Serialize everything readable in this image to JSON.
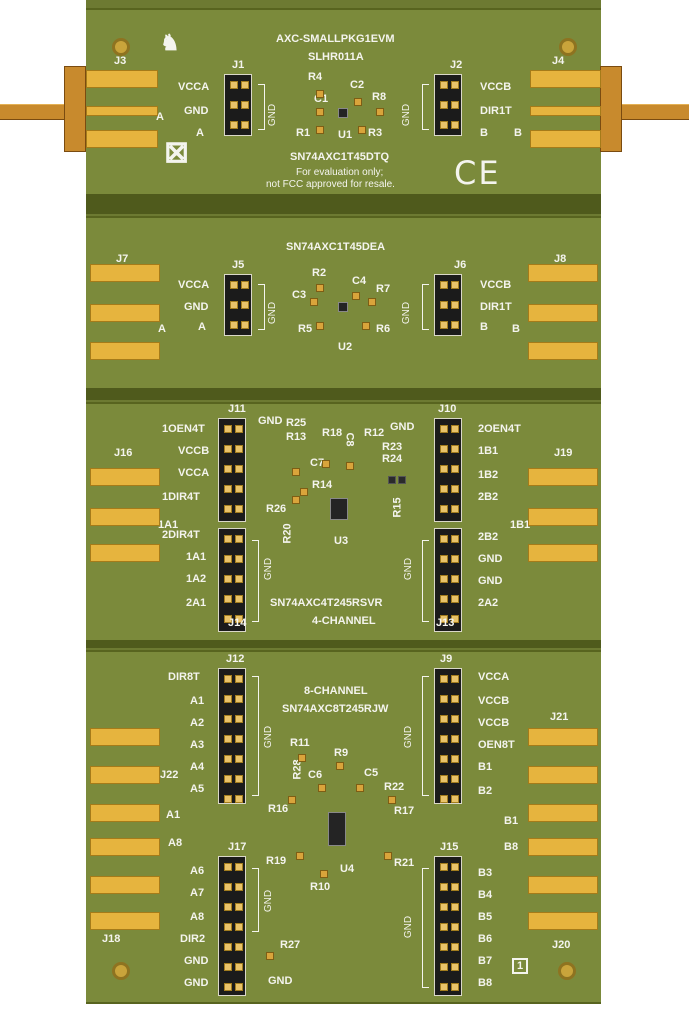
{
  "board": {
    "title": "AXC-SMALLPKG1EVM",
    "doc_number": "SLHR011A",
    "colors": {
      "pcb": "#7b8a3b",
      "silk": "#f4f4ee",
      "gold": "#e6b43e",
      "header": "#1b1b1b"
    }
  },
  "s1": {
    "part": "SN74AXC1T45DTQ",
    "note1": "For evaluation only;",
    "note2": "not FCC approved for resale.",
    "ce": "CE",
    "j3": "J3",
    "j1": "J1",
    "j2": "J2",
    "j4": "J4",
    "vcca": "VCCA",
    "gnd": "GND",
    "a": "A",
    "a2": "A",
    "gnd_v": "GND",
    "vccb": "VCCB",
    "dir1t": "DIR1T",
    "b": "B",
    "b2": "B",
    "gnd_v2": "GND",
    "r4": "R4",
    "c1": "C1",
    "c2": "C2",
    "r8": "R8",
    "r1": "R1",
    "u1": "U1",
    "r3": "R3"
  },
  "s2": {
    "part": "SN74AXC1T45DEA",
    "j7": "J7",
    "j5": "J5",
    "j6": "J6",
    "j8": "J8",
    "vcca": "VCCA",
    "gnd": "GND",
    "a": "A",
    "a2": "A",
    "gnd_v": "GND",
    "vccb": "VCCB",
    "dir1t": "DIR1T",
    "b": "B",
    "b2": "B",
    "gnd_v2": "GND",
    "r2": "R2",
    "c4": "C4",
    "c3": "C3",
    "r7": "R7",
    "r5": "R5",
    "r6": "R6",
    "u2": "U2"
  },
  "s3": {
    "part": "SN74AXC4T245RSVR",
    "sub": "4-CHANNEL",
    "j11": "J11",
    "j10": "J10",
    "j16": "J16",
    "j19": "J19",
    "j14": "J14",
    "j13": "J13",
    "left_top": [
      "1OEN4T",
      "VCCB",
      "VCCA",
      "1DIR4T"
    ],
    "left_bottom": [
      "2DIR4T",
      "1A1",
      "1A2",
      "2A1"
    ],
    "right_top": [
      "2OEN4T",
      "1B1",
      "1B2",
      "2B2"
    ],
    "right_bottom": [
      "2B2",
      "GND",
      "GND",
      "2A2"
    ],
    "gnd_top": "GND",
    "gnd_top2": "GND",
    "gnd_v": "GND",
    "gnd_v2": "GND",
    "a1": "1A1",
    "b1": "1B1",
    "r25": "R25",
    "r13": "R13",
    "r18": "R18",
    "c8": "C8",
    "r12": "R12",
    "r23": "R23",
    "r24": "R24",
    "c7": "C7",
    "r14": "R14",
    "r26": "R26",
    "r20": "R20",
    "r15": "R15",
    "u3": "U3"
  },
  "s4": {
    "sub": "8-CHANNEL",
    "part": "SN74AXC8T245RJW",
    "j12": "J12",
    "j9": "J9",
    "j22": "J22",
    "j21": "J21",
    "a8": "A8",
    "b8": "B8",
    "j17": "J17",
    "j15": "J15",
    "j18": "J18",
    "j20": "J20",
    "left_top": [
      "DIR8T",
      "A1",
      "A2",
      "A3",
      "A4",
      "A5"
    ],
    "right_top": [
      "VCCA",
      "VCCB",
      "VCCB",
      "OEN8T",
      "B1",
      "B2"
    ],
    "left_bottom": [
      "A6",
      "A7",
      "A8",
      "DIR2",
      "GND",
      "GND"
    ],
    "right_bottom": [
      "B3",
      "B4",
      "B5",
      "B6",
      "B7",
      "B8"
    ],
    "a1": "A1",
    "b1": "B1",
    "gnd_v": "GND",
    "gnd_v2": "GND",
    "gnd_v3": "GND",
    "gnd_v4": "GND",
    "gnd_r27": "GND",
    "r11": "R11",
    "r9": "R9",
    "r28": "R28",
    "c6": "C6",
    "c5": "C5",
    "r22": "R22",
    "r16": "R16",
    "r17": "R17",
    "r19": "R19",
    "u4": "U4",
    "r21": "R21",
    "r10": "R10",
    "r27": "R27",
    "pin1": "1"
  }
}
